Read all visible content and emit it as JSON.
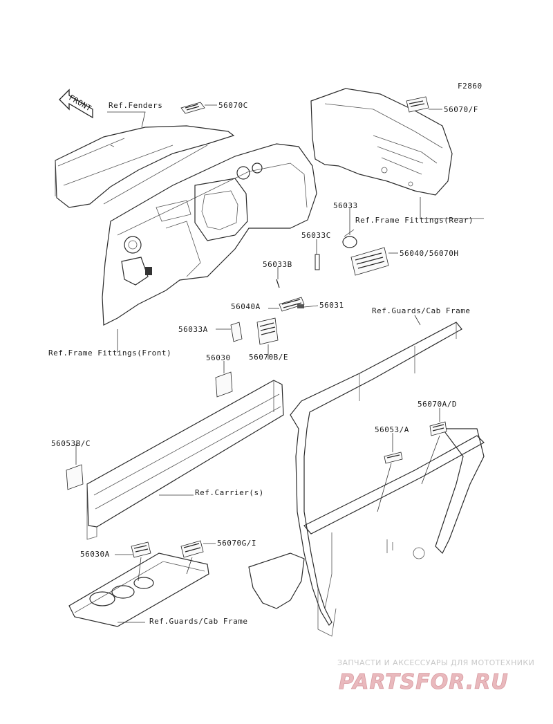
{
  "figure_id": "F2860",
  "front_label": "FRONT",
  "references": {
    "fenders": "Ref.Fenders",
    "frame_fittings_rear": "Ref.Frame Fittings(Rear)",
    "frame_fittings_front": "Ref.Frame Fittings(Front)",
    "guards_cab_frame_top": "Ref.Guards/Cab Frame",
    "carrier": "Ref.Carrier(s)",
    "guards_cab_frame_bottom": "Ref.Guards/Cab Frame"
  },
  "callouts": {
    "p56070C": "56070C",
    "p56070F": "56070/F",
    "p56033": "56033",
    "p56033C": "56033C",
    "p56040_56070H": "56040/56070H",
    "p56033B": "56033B",
    "p56040A": "56040A",
    "p56031": "56031",
    "p56033A": "56033A",
    "p56070BE": "56070B/E",
    "p56030": "56030",
    "p56070AD": "56070A/D",
    "p56053A": "56053/A",
    "p56053BC": "56053B/C",
    "p56030A": "56030A",
    "p56070GI": "56070G/I"
  },
  "watermark": {
    "line1": "ЗАПЧАСТИ И АКСЕССУАРЫ ДЛЯ МОТОТЕХНИКИ",
    "line2": "PARTSFOR.RU"
  }
}
